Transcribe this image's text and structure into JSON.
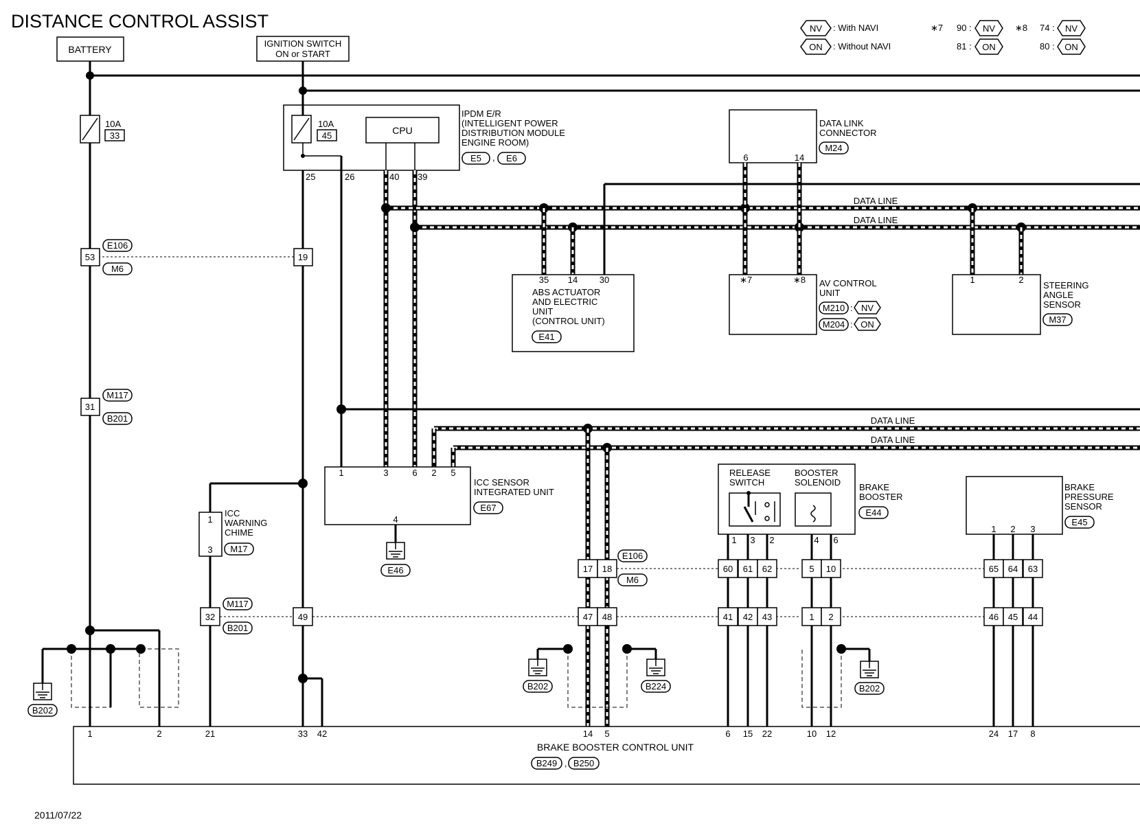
{
  "title": "DISTANCE CONTROL ASSIST",
  "date": "2011/07/22",
  "legend": {
    "nv_code": "NV",
    "nv_text": ": With NAVI",
    "on_code": "ON",
    "on_text": ": Without NAVI",
    "star7": "∗7",
    "star8": "∗8",
    "s7_nv": "90 :",
    "s7_on": "81 :",
    "s8_nv": "74 :",
    "s8_on": "80 :"
  },
  "battery": {
    "label": "BATTERY",
    "fuse_amp": "10A",
    "fuse_no": "33"
  },
  "ignition": {
    "line1": "IGNITION SWITCH",
    "line2": "ON or START"
  },
  "ipdm": {
    "line1": "IPDM E/R",
    "line2": "(INTELLIGENT POWER",
    "line3": "DISTRIBUTION MODULE",
    "line4": "ENGINE ROOM)",
    "fuse_amp": "10A",
    "fuse_no": "45",
    "cpu": "CPU",
    "conn1": "E5",
    "conn2": "E6",
    "pins": [
      "25",
      "26",
      "40",
      "39"
    ]
  },
  "data_line": "DATA LINE",
  "dlc": {
    "line1": "DATA LINK",
    "line2": "CONNECTOR",
    "conn": "M24",
    "pins": [
      "6",
      "14"
    ]
  },
  "abs": {
    "line1": "ABS ACTUATOR",
    "line2": "AND ELECTRIC",
    "line3": "UNIT",
    "line4": "(CONTROL UNIT)",
    "conn": "E41",
    "pins": [
      "35",
      "14",
      "30"
    ]
  },
  "av": {
    "line1": "AV CONTROL",
    "line2": "UNIT",
    "conn_nv": "M210",
    "conn_on": "M204",
    "pins": [
      "∗7",
      "∗8"
    ]
  },
  "steering": {
    "line1": "STEERING",
    "line2": "ANGLE",
    "line3": "SENSOR",
    "conn": "M37",
    "pins": [
      "1",
      "2"
    ]
  },
  "icc_sensor": {
    "line1": "ICC SENSOR",
    "line2": "INTEGRATED UNIT",
    "conn": "E67",
    "pins": [
      "1",
      "3",
      "6",
      "2",
      "5",
      "4"
    ],
    "ground": "E46"
  },
  "chime": {
    "line1": "ICC",
    "line2": "WARNING",
    "line3": "CHIME",
    "conn": "M17",
    "pins": [
      "1",
      "3"
    ]
  },
  "brake_booster": {
    "release1": "RELEASE",
    "release2": "SWITCH",
    "solenoid1": "BOOSTER",
    "solenoid2": "SOLENOID",
    "line1": "BRAKE",
    "line2": "BOOSTER",
    "conn": "E44",
    "pins": [
      "1",
      "3",
      "2",
      "4",
      "6"
    ]
  },
  "pressure": {
    "line1": "BRAKE",
    "line2": "PRESSURE",
    "line3": "SENSOR",
    "conn": "E45",
    "pins": [
      "1",
      "2",
      "3"
    ]
  },
  "connectors": {
    "e106": "E106",
    "m6": "M6",
    "m117": "M117",
    "b201": "B201",
    "j53": "53",
    "j19": "19",
    "j31": "31",
    "j32": "32",
    "j49": "49",
    "j17": "17",
    "j18": "18",
    "j47": "47",
    "j48": "48",
    "j60": "60",
    "j61": "61",
    "j62": "62",
    "j5": "5",
    "j10": "10",
    "j65": "65",
    "j64": "64",
    "j63": "63",
    "j41": "41",
    "j42": "42",
    "j43": "43",
    "j1": "1",
    "j2": "2",
    "j46": "46",
    "j45": "45",
    "j44": "44"
  },
  "grounds": {
    "b202": "B202",
    "b224": "B224"
  },
  "bbcu": {
    "label": "BRAKE BOOSTER CONTROL UNIT",
    "conn1": "B249",
    "conn2": "B250",
    "pins": [
      "1",
      "2",
      "21",
      "33",
      "42",
      "14",
      "5",
      "6",
      "15",
      "22",
      "10",
      "12",
      "24",
      "17",
      "8"
    ]
  }
}
